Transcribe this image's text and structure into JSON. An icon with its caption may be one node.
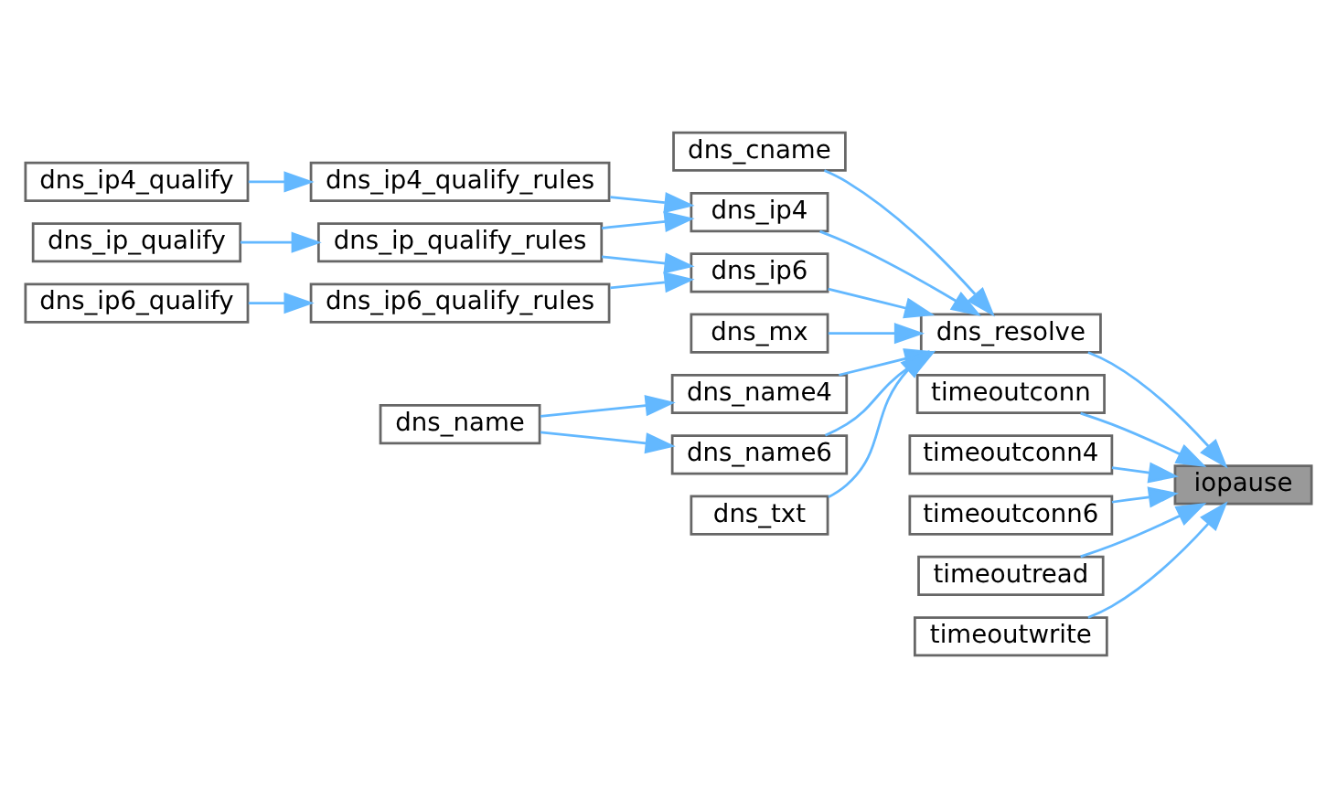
{
  "diagram": {
    "nodes": [
      {
        "text": [
          "iopause"
        ]
      },
      {
        "text": [
          "dns_resolve"
        ]
      },
      {
        "text": [
          "timeoutconn"
        ]
      },
      {
        "text": [
          "timeoutconn4"
        ]
      },
      {
        "text": [
          "timeoutconn6"
        ]
      },
      {
        "text": [
          "timeoutread"
        ]
      },
      {
        "text": [
          "timeoutwrite"
        ]
      },
      {
        "text": [
          "dns_cname"
        ]
      },
      {
        "text": [
          "dns_ip4"
        ]
      },
      {
        "text": [
          "dns_ip6"
        ]
      },
      {
        "text": [
          "dns_mx"
        ]
      },
      {
        "text": [
          "dns_name4"
        ]
      },
      {
        "text": [
          "dns_name6"
        ]
      },
      {
        "text": [
          "dns_txt"
        ]
      },
      {
        "text": [
          "dns_ip4_qualify_rules"
        ]
      },
      {
        "text": [
          "dns_ip_qualify_rules"
        ]
      },
      {
        "text": [
          "dns_ip6_qualify_rules"
        ]
      },
      {
        "text": [
          "dns_name"
        ]
      },
      {
        "text": [
          "dns_ip4_qualify"
        ]
      },
      {
        "text": [
          "dns_ip_qualify"
        ]
      },
      {
        "text": [
          "dns_ip6_qualify"
        ]
      }
    ],
    "edges": [
      {
        "from": 1,
        "to": 0,
        "arrow": "to"
      },
      {
        "from": 2,
        "to": 0,
        "arrow": "to"
      },
      {
        "from": 3,
        "to": 0,
        "arrow": "to"
      },
      {
        "from": 4,
        "to": 0,
        "arrow": "to"
      },
      {
        "from": 5,
        "to": 0,
        "arrow": "to"
      },
      {
        "from": 6,
        "to": 0,
        "arrow": "to"
      },
      {
        "from": 7,
        "to": 1,
        "arrow": "to"
      },
      {
        "from": 8,
        "to": 1,
        "arrow": "to"
      },
      {
        "from": 9,
        "to": 1,
        "arrow": "to"
      },
      {
        "from": 10,
        "to": 1,
        "arrow": "to"
      },
      {
        "from": 11,
        "to": 1,
        "arrow": "to"
      },
      {
        "from": 12,
        "to": 1,
        "arrow": "to"
      },
      {
        "from": 13,
        "to": 1,
        "arrow": "to"
      },
      {
        "from": 14,
        "to": 8,
        "arrow": "to"
      },
      {
        "from": 15,
        "to": 8,
        "arrow": "to"
      },
      {
        "from": 15,
        "to": 9,
        "arrow": "to"
      },
      {
        "from": 16,
        "to": 9,
        "arrow": "to"
      },
      {
        "from": 17,
        "to": 11,
        "arrow": "to"
      },
      {
        "from": 17,
        "to": 12,
        "arrow": "to"
      },
      {
        "from": 18,
        "to": 14,
        "arrow": "to"
      },
      {
        "from": 19,
        "to": 15,
        "arrow": "to"
      },
      {
        "from": 20,
        "to": 16,
        "arrow": "to"
      }
    ]
  }
}
